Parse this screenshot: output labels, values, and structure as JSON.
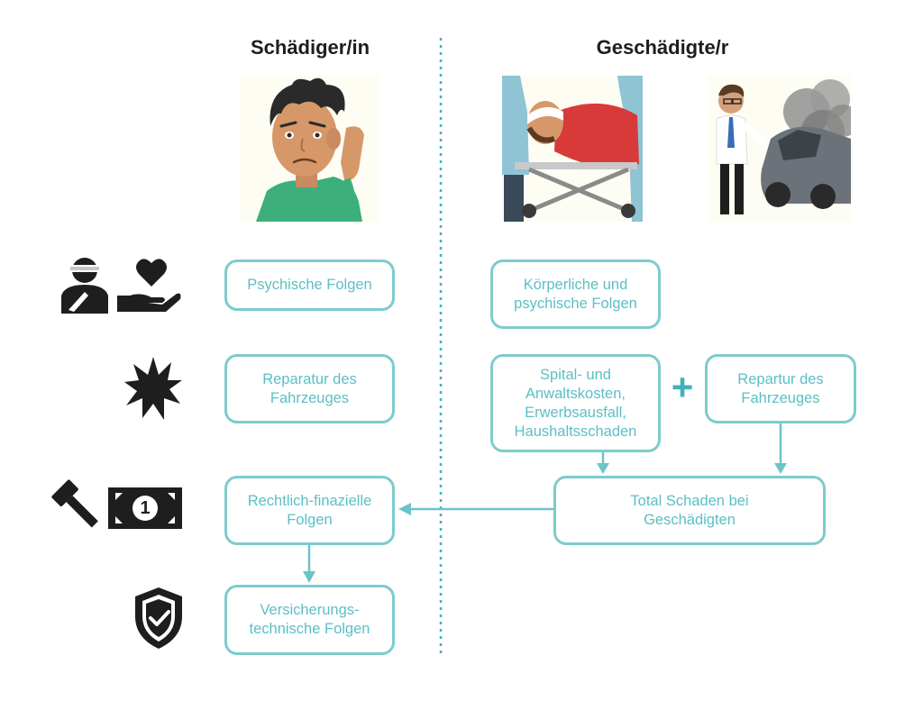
{
  "headers": {
    "left": "Schädiger/in",
    "right": "Geschädigte/r"
  },
  "left_boxes": {
    "psychic": "Psychische Folgen",
    "repair": "Reparatur des\nFahrzeuges",
    "legal": "Rechtlich-finazielle\nFolgen",
    "insurance": "Versicherungs-\ntechnische Folgen"
  },
  "right_boxes": {
    "physical": "Körperliche und\npsychische Folgen",
    "costs": "Spital- und\nAnwaltskosten,\nErwerbsausfall,\nHaushaltsschaden",
    "plus": "+",
    "repair": "Repartur des\nFahrzeuges",
    "total": "Total Schaden bei\nGeschädigten"
  },
  "icons": {
    "row1": [
      "injured-person-icon",
      "heart-in-hand-icon"
    ],
    "row2": "explosion-icon",
    "row3": [
      "gavel-icon",
      "banknote-icon"
    ],
    "row3_note_digit": "1",
    "row4": "shield-check-icon"
  },
  "colors": {
    "accent": "#5cbfc5",
    "border": "#7ecbcc",
    "divider": "#3fb3b8",
    "icon": "#1e1e1e",
    "title": "#1e1e1e"
  }
}
